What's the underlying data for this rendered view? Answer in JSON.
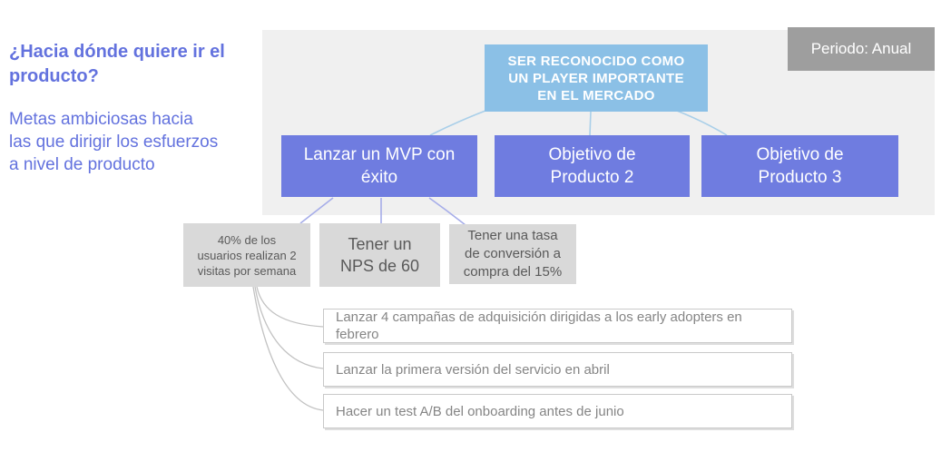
{
  "page": {
    "title": "¿Hacia dónde quiere ir el\nproducto?",
    "subtitle": "Metas ambiciosas hacia\nlas que dirigir los esfuerzos\na nivel de producto"
  },
  "period_badge": {
    "label": "Periodo: Anual"
  },
  "vision": {
    "label": "SER RECONOCIDO COMO\nUN PLAYER IMPORTANTE\nEN EL MERCADO"
  },
  "objectives": [
    {
      "label": "Lanzar un MVP con\néxito"
    },
    {
      "label": "Objetivo de\nProducto 2"
    },
    {
      "label": "Objetivo de\nProducto 3"
    }
  ],
  "key_results": [
    {
      "label": "40% de los\nusuarios realizan 2\nvisitas por semana"
    },
    {
      "label": "Tener un\nNPS de 60"
    },
    {
      "label": "Tener una tasa\nde conversión a\ncompra del 15%"
    }
  ],
  "initiatives": [
    {
      "label": "Lanzar 4 campañas de adquisición dirigidas a los early adopters en\nfebrero"
    },
    {
      "label": "Lanzar la primera versión del servicio en abril"
    },
    {
      "label": "Hacer un test A/B del onboarding antes de junio"
    }
  ],
  "colors": {
    "accent_text": "#6372DE",
    "vision_fill": "#8BC0E6",
    "objective_fill": "#6F7CE0",
    "panel_fill": "#F0F0F0",
    "badge_fill": "#9E9E9E",
    "key_result_fill": "#D9D9D9",
    "connector_blue": "#A9CFE9",
    "connector_purple": "#A6ADE9",
    "connector_gray": "#C2C2C2"
  }
}
